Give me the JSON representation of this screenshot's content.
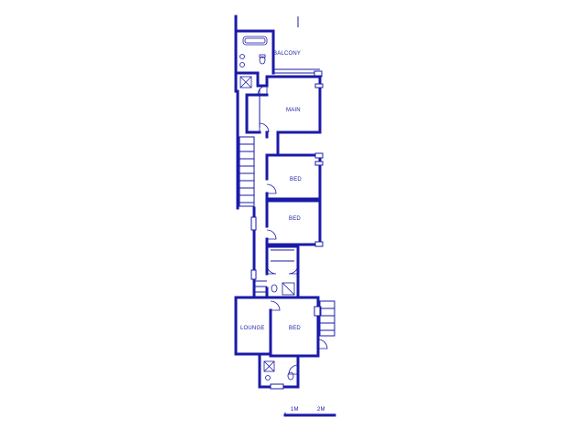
{
  "rooms": {
    "balcony": "BALCONY",
    "main": "MAIN",
    "bed_1": "BED",
    "bed_2": "BED",
    "lounge": "LOUNGE",
    "bed_3": "BED"
  },
  "scale_bar": {
    "left_label": "1M",
    "right_label": "2M"
  },
  "colors": {
    "wall": "#1a1aa8",
    "background": "#ffffff"
  }
}
